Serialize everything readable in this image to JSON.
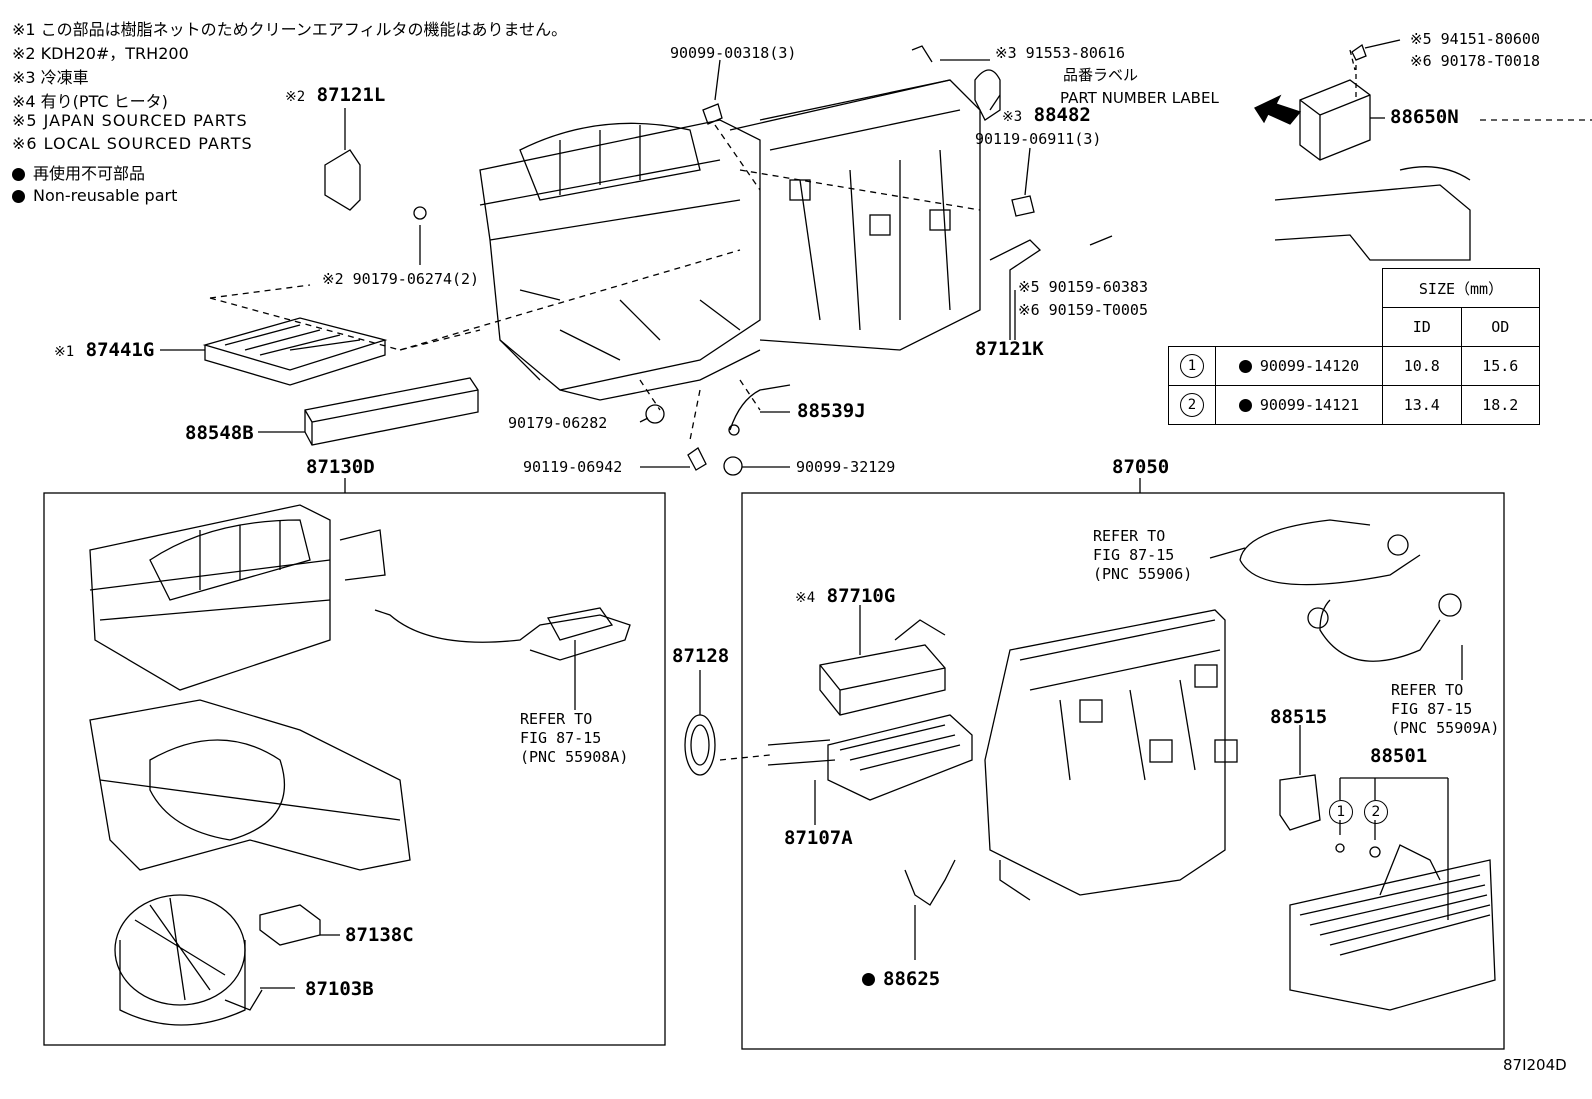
{
  "notes": {
    "n1": "※1 この部品は樹脂ネットのためクリーンエアフィルタの機能はありません。",
    "n2": "※2 KDH20#，TRH200",
    "n3": "※3 冷凍車",
    "n4": "※4 有り(PTC ヒータ)",
    "n5": "※5  JAPAN SOURCED PARTS",
    "n6": "※6  LOCAL SOURCED PARTS",
    "n7": "再使用不可部品",
    "n8": "Non-reusable part"
  },
  "labels": {
    "p90099_00318": "90099-00318(3)",
    "p87121L": "87121L",
    "p87121L_pre": "※2",
    "p91553": "91553-80616",
    "p91553_pre": "※3",
    "hinban": "品番ラベル",
    "pnl": "PART NUMBER LABEL",
    "p88482": "88482",
    "p88482_pre": "※3",
    "p90119_06911": "90119-06911(3)",
    "p94151": "94151-80600",
    "p94151_pre": "※5",
    "p90178": "90178-T0018",
    "p90178_pre": "※6",
    "p88650N": "88650N",
    "p90179_06274": "90179-06274(2)",
    "p90179_06274_pre": "※2",
    "p90159_60383": "90159-60383",
    "p90159_60383_pre": "※5",
    "p90159_T0005": "90159-T0005",
    "p90159_T0005_pre": "※6",
    "p87441G": "87441G",
    "p87441G_pre": "※1",
    "p87121K": "87121K",
    "p88548B": "88548B",
    "p90179_06282": "90179-06282",
    "p88539J": "88539J",
    "p90119_06942": "90119-06942",
    "p90099_32129": "90099-32129",
    "p87130D": "87130D",
    "p87050": "87050",
    "refer1": "REFER TO\nFIG 87-15\n(PNC 55906)",
    "refer2": "REFER TO\nFIG 87-15\n(PNC 55909A)",
    "refer3": "REFER TO\nFIG 87-15\n(PNC 55908A)",
    "p87710G": "87710G",
    "p87710G_pre": "※4",
    "p87128": "87128",
    "p87107A": "87107A",
    "p88515": "88515",
    "p88501": "88501",
    "p88625": "88625",
    "p87138C": "87138C",
    "p87103B": "87103B",
    "c1": "1",
    "c2": "2",
    "fig": "87I204D"
  },
  "size_table": {
    "title": "SIZE（mm）",
    "col_id": "ID",
    "col_od": "OD",
    "rows": [
      {
        "idx": "1",
        "part": "90099-14120",
        "id": "10.8",
        "od": "15.6"
      },
      {
        "idx": "2",
        "part": "90099-14121",
        "id": "13.4",
        "od": "18.2"
      }
    ]
  }
}
